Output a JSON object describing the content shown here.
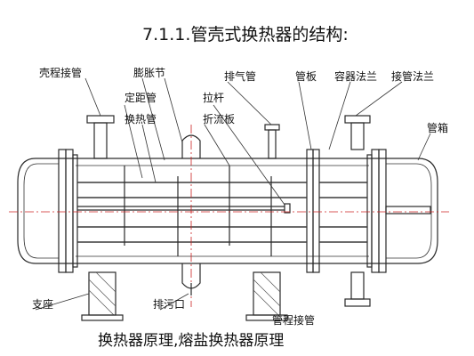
{
  "title": "7.1.1.管壳式换热器的结构:",
  "caption": "换热器原理,熔盐换热器原理",
  "labels": {
    "shell_nozzle": "壳程接管",
    "expansion_joint": "膨胀节",
    "spacer_tube": "定距管",
    "heat_exchange_tube": "换热管",
    "vent": "排气管",
    "tie_rod": "拉杆",
    "baffle": "折流板",
    "tube_sheet": "管板",
    "vessel_flange": "容器法兰",
    "nozzle_flange": "接管法兰",
    "channel": "管箱",
    "support": "支座",
    "drain": "排污口",
    "bottom_cut": "管程接管"
  }
}
